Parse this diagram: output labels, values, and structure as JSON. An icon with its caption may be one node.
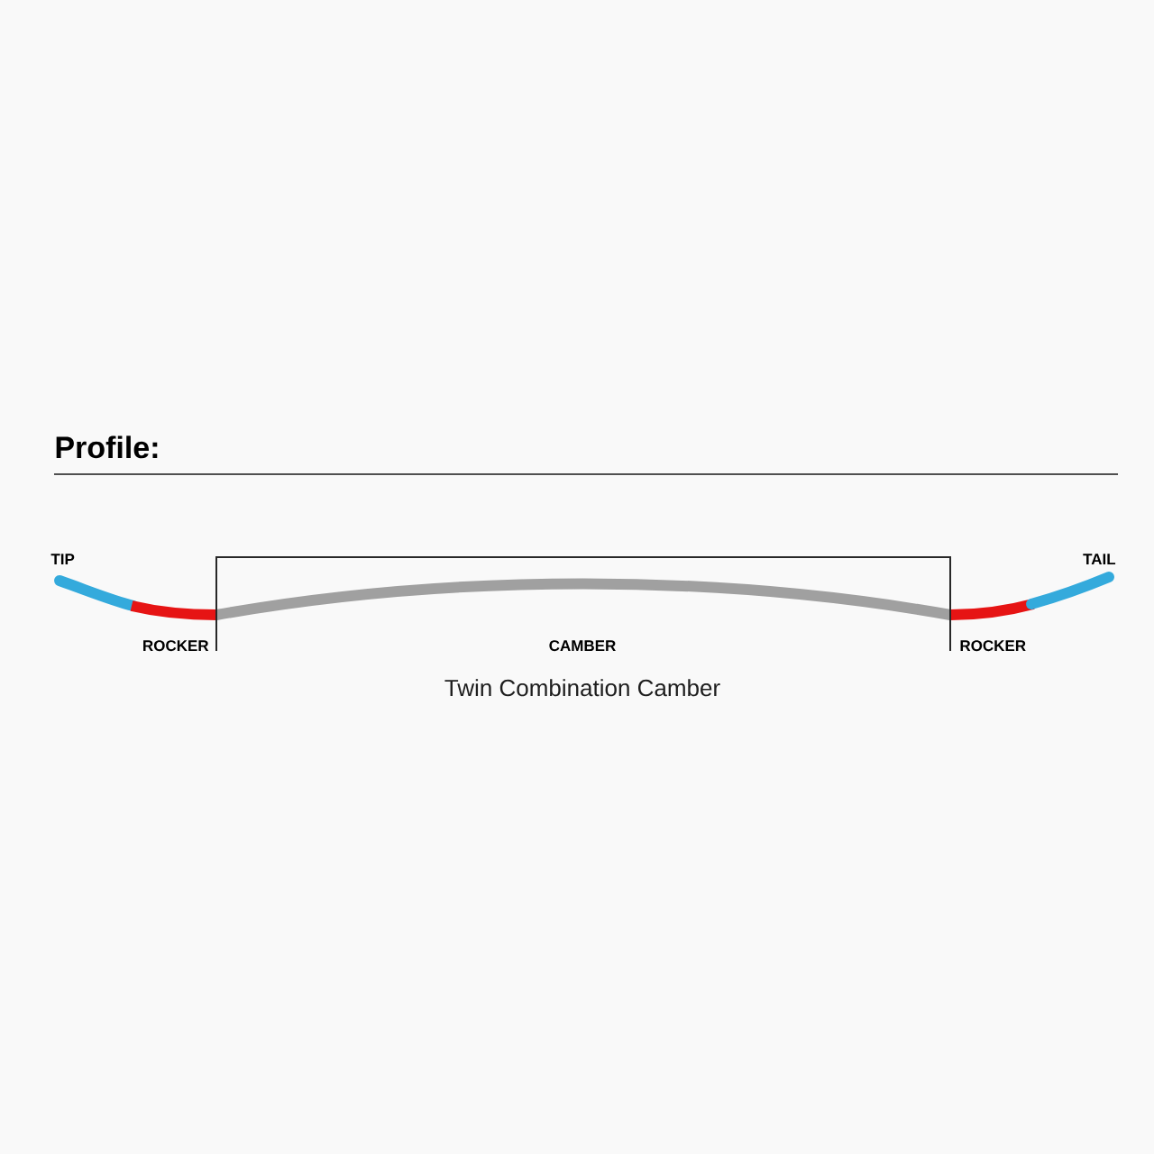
{
  "diagram": {
    "title": "Profile:",
    "caption": "Twin Combination Camber",
    "labels": [
      "TIP",
      "TAIL",
      "ROCKER",
      "CAMBER",
      "ROCKER"
    ]
  }
}
